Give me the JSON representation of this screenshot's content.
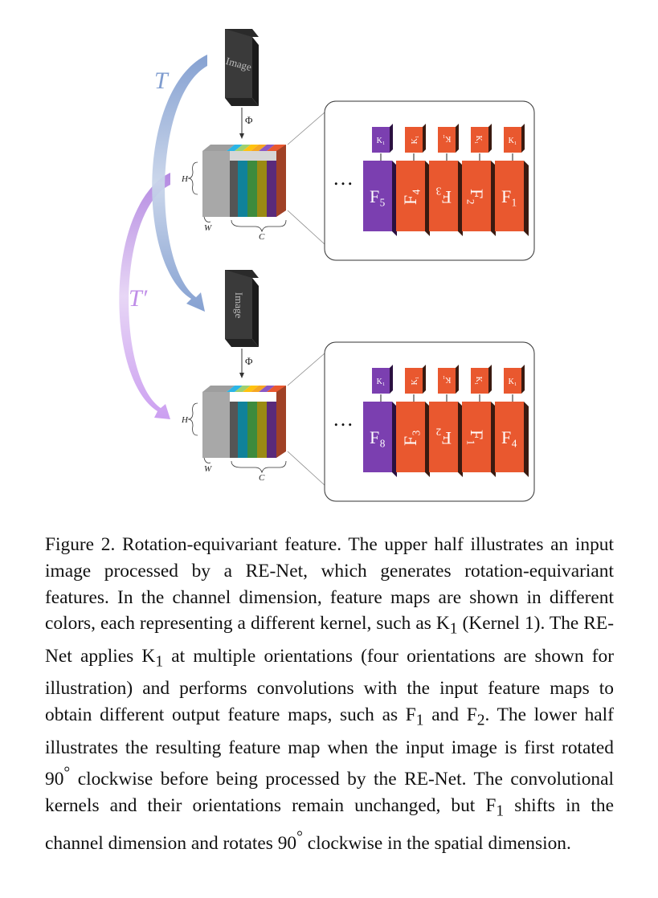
{
  "figure": {
    "image_label": "Image",
    "phi_label": "Φ",
    "transform_label": "T",
    "transform_prime_label": "T′",
    "dim_h": "H",
    "dim_w": "W",
    "dim_c": "C",
    "ellipsis": "…",
    "top_kernels": [
      "K₁",
      "K₁",
      "K₁",
      "K₁",
      "K₁"
    ],
    "top_features": [
      "F₅",
      "F₄",
      "F₃",
      "F₂",
      "F₁"
    ],
    "bottom_kernels": [
      "K₁",
      "K₁",
      "K₁",
      "K₁",
      "K₁"
    ],
    "bottom_features": [
      "F₈",
      "F₃",
      "F₂",
      "F₁",
      "F₄"
    ]
  },
  "colors": {
    "arrow_T": "#7f9ccf",
    "arrow_T_prime": "#c08ee8",
    "image_block": "#333333",
    "orange": "#e9582f",
    "purple": "#7b3fb0",
    "channel_colors": [
      "#9e9e9e",
      "#555555",
      "#10829a",
      "#3d8b3d",
      "#9a8a13",
      "#5a2a7a",
      "#3b2050"
    ],
    "channel_top_colors": [
      "#2bb5e6",
      "#9fd070",
      "#ffc20e",
      "#f6a623",
      "#8a57c3",
      "#e9582f"
    ]
  },
  "caption": {
    "parts": [
      "Figure 2.  Rotation-equivariant feature.  The upper half illustrates an input image processed by a RE-Net, which generates rotation-equivariant features.  In the channel dimension, feature maps are shown in different colors, each representing a different kernel, such as K",
      "1",
      " (Kernel 1). The RE-Net applies K",
      "1",
      " at multiple orientations (four orientations are shown for illustration) and performs convolutions with the input feature maps to obtain different output feature maps, such as F",
      "1",
      " and F",
      "2",
      ". The lower half illustrates the resulting feature map when the input image is first rotated 90",
      "°",
      " clockwise before being processed by the RE-Net.  The convolutional kernels and their orientations remain unchanged, but F",
      "1",
      " shifts in the channel dimension and rotates 90",
      "°",
      " clockwise in the spatial dimension."
    ]
  }
}
